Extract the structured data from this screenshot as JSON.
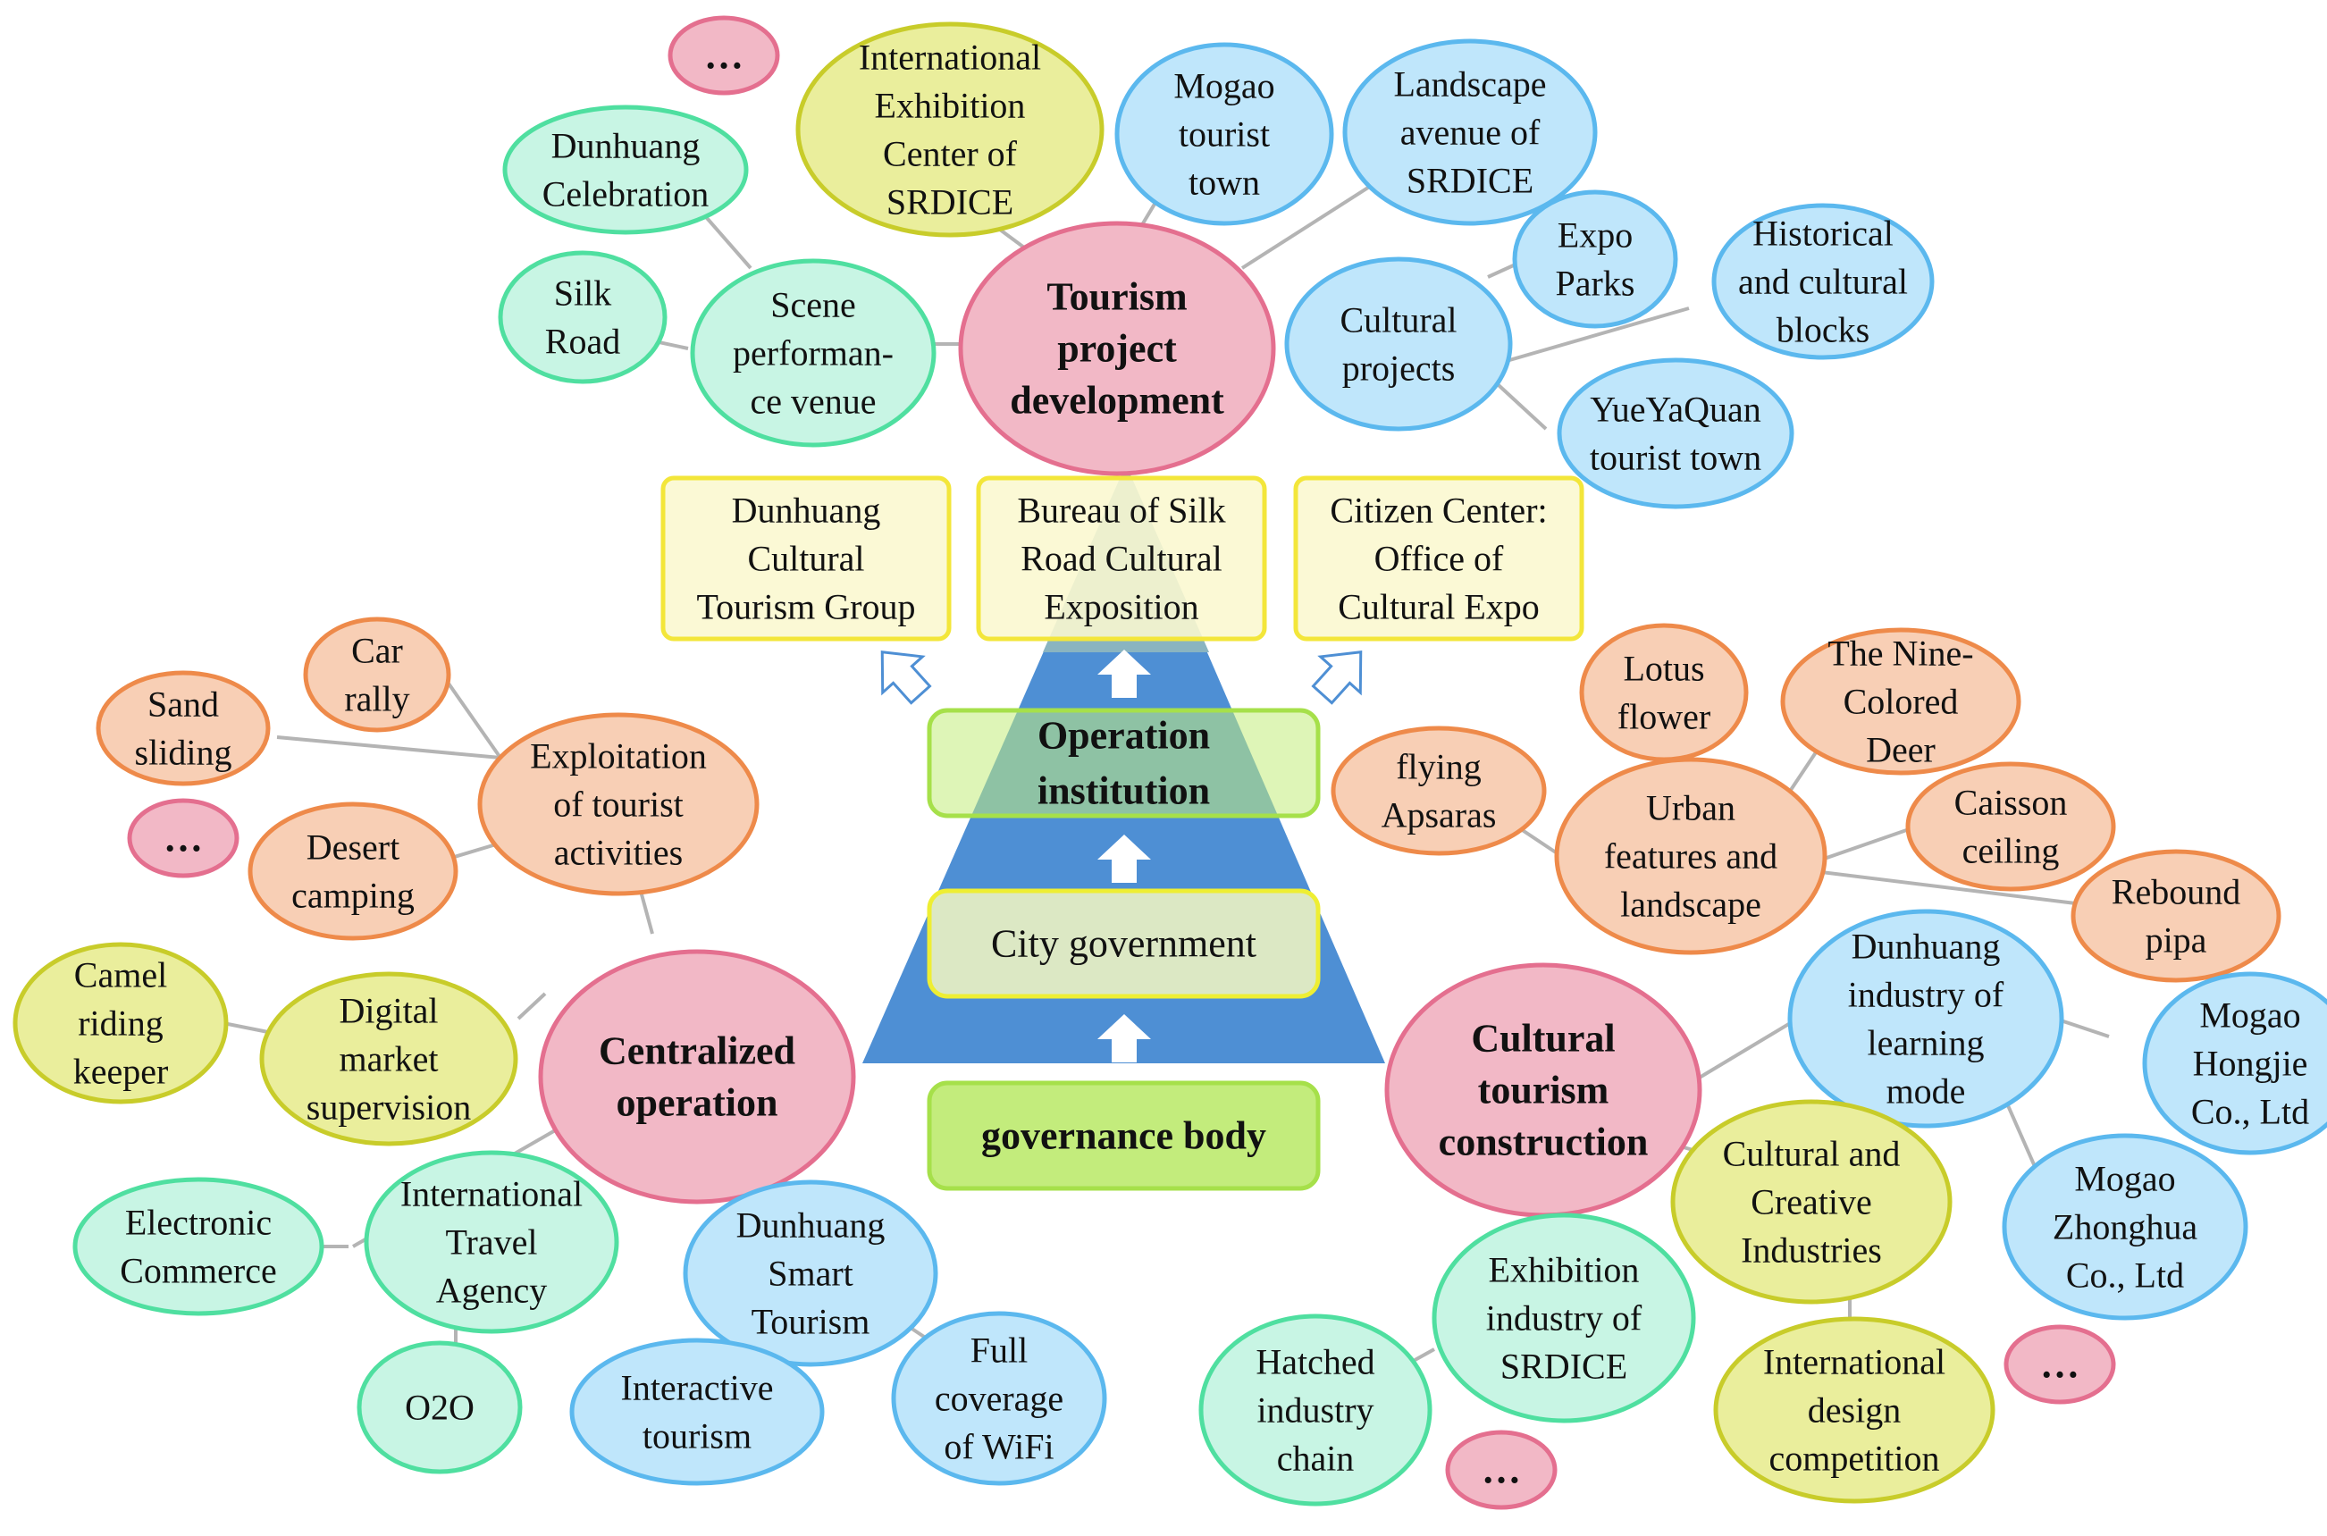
{
  "colors": {
    "pink_fill": "#f2b8c6",
    "pink_stroke": "#e46f8f",
    "blue_fill": "#bfe6fb",
    "blue_stroke": "#5bb8ee",
    "green_fill": "#c8f5e4",
    "green_stroke": "#4fdfa0",
    "olive_fill": "#eaee9c",
    "olive_stroke": "#c8cc2a",
    "orange_fill": "#f8cfb5",
    "orange_stroke": "#ee8a4a",
    "box_fill": "#fbf8cf",
    "box_stroke": "#f3e63a",
    "pyramid_blue": "#4e8fd4",
    "pyramid_top": "#8ab4c0",
    "tier_green_fill": "#c3ec7c",
    "tier_green_stroke": "#a6e04a",
    "tier_city_fill": "#dce8c4",
    "tier_city_stroke": "#eeee33",
    "line": "#b4b4b4"
  },
  "pyramid": {
    "operation": [
      "Operation",
      "institution"
    ],
    "city": [
      "City government"
    ],
    "governance": [
      "governance body"
    ]
  },
  "institutions": {
    "left": [
      "Dunhuang",
      "Cultural",
      "Tourism Group"
    ],
    "center": [
      "Bureau of Silk",
      "Road Cultural",
      "Exposition"
    ],
    "right": [
      "Citizen Center:",
      "Office of",
      "Cultural Expo"
    ]
  },
  "nodes": {
    "tourism_project": [
      "Tourism",
      "project",
      "development"
    ],
    "intl_exhibition": [
      "International",
      "Exhibition",
      "Center of",
      "SRDICE"
    ],
    "mogao_town": [
      "Mogao",
      "tourist",
      "town"
    ],
    "landscape_avenue": [
      "Landscape",
      "avenue of",
      "SRDICE"
    ],
    "dunhuang_celebration": [
      "Dunhuang",
      "Celebration"
    ],
    "silk_road": [
      "Silk",
      "Road"
    ],
    "scene_venue": [
      "Scene",
      "performan-",
      "ce venue"
    ],
    "cultural_projects": [
      "Cultural",
      "projects"
    ],
    "expo_parks": [
      "Expo",
      "Parks"
    ],
    "historical_blocks": [
      "Historical",
      "and cultural",
      "blocks"
    ],
    "yueyaquan": [
      "YueYaQuan",
      "tourist town"
    ],
    "ellipsis_top": [
      "…"
    ],
    "car_rally": [
      "Car",
      "rally"
    ],
    "sand_sliding": [
      "Sand",
      "sliding"
    ],
    "exploitation": [
      "Exploitation",
      "of tourist",
      "activities"
    ],
    "desert_camping": [
      "Desert",
      "camping"
    ],
    "ellipsis_left": [
      "…"
    ],
    "centralized": [
      "Centralized",
      "operation"
    ],
    "camel_keeper": [
      "Camel",
      "riding",
      "keeper"
    ],
    "digital_market": [
      "Digital",
      "market",
      "supervision"
    ],
    "intl_travel": [
      "International",
      "Travel",
      "Agency"
    ],
    "ecommerce": [
      "Electronic",
      "Commerce"
    ],
    "o2o": [
      "O2O"
    ],
    "smart_tourism": [
      "Dunhuang",
      "Smart",
      "Tourism"
    ],
    "interactive": [
      "Interactive",
      "tourism"
    ],
    "wifi": [
      "Full",
      "coverage",
      "of WiFi"
    ],
    "lotus": [
      "Lotus",
      "flower"
    ],
    "nine_deer": [
      "The Nine-",
      "Colored",
      "Deer"
    ],
    "apsaras": [
      "flying",
      "Apsaras"
    ],
    "urban_features": [
      "Urban",
      "features and",
      "landscape"
    ],
    "caisson": [
      "Caisson",
      "ceiling"
    ],
    "rebound_pipa": [
      "Rebound",
      "pipa"
    ],
    "cultural_construction": [
      "Cultural",
      "tourism",
      "construction"
    ],
    "learning_mode": [
      "Dunhuang",
      "industry of",
      "learning",
      "mode"
    ],
    "hongjie": [
      "Mogao",
      "Hongjie",
      "Co., Ltd"
    ],
    "zhonghua": [
      "Mogao",
      "Zhonghua",
      "Co., Ltd"
    ],
    "creative": [
      "Cultural and",
      "Creative",
      "Industries"
    ],
    "exhibition_industry": [
      "Exhibition",
      "industry of",
      "SRDICE"
    ],
    "hatched_chain": [
      "Hatched",
      "industry",
      "chain"
    ],
    "design_competition": [
      "International",
      "design",
      "competition"
    ],
    "ellipsis_right": [
      "…"
    ],
    "ellipsis_bottom": [
      "…"
    ]
  }
}
